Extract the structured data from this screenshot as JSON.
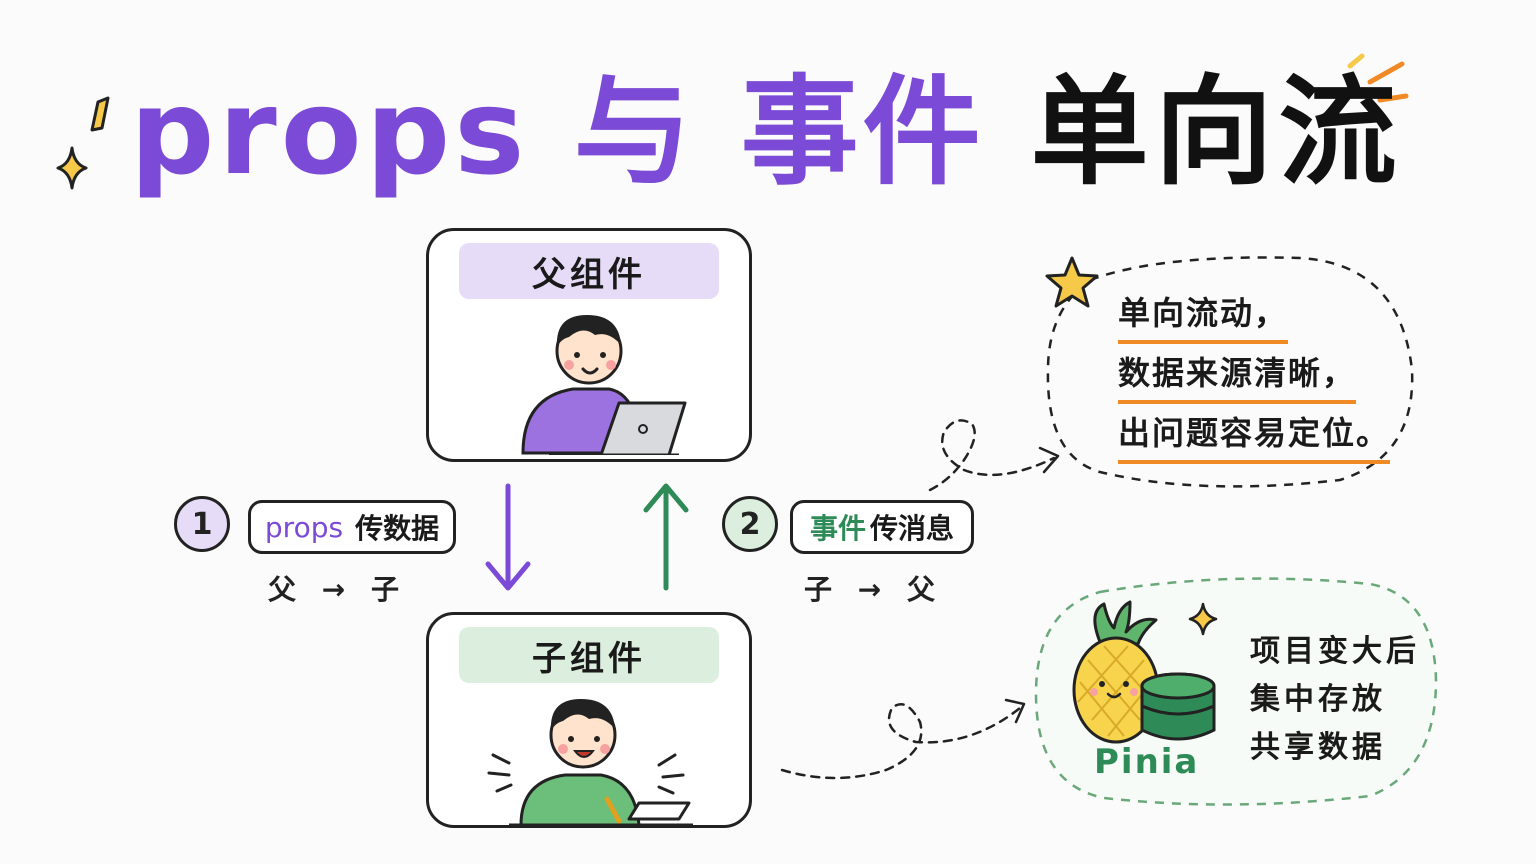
{
  "title": {
    "part1": "props 与 事件",
    "part2": "单向流"
  },
  "parent": {
    "label": "父组件"
  },
  "child": {
    "label": "子组件"
  },
  "step1": {
    "number": "1",
    "keyword": "props",
    "text": "传数据",
    "direction": "父 → 子"
  },
  "step2": {
    "number": "2",
    "keyword": "事件",
    "text": "传消息",
    "direction": "子 → 父"
  },
  "note": {
    "lines": [
      "单向流动，",
      "数据来源清晰，",
      "出问题容易定位。"
    ]
  },
  "pinia": {
    "label": "Pinia",
    "lines": [
      "项目变大后",
      "集中存放",
      "共享数据"
    ]
  },
  "colors": {
    "purple": "#7b4ad6",
    "purple_light": "#e6dcf8",
    "green": "#2e8b57",
    "green_light": "#dcefdf",
    "orange": "#f08a24",
    "star_yellow": "#f7c948"
  }
}
